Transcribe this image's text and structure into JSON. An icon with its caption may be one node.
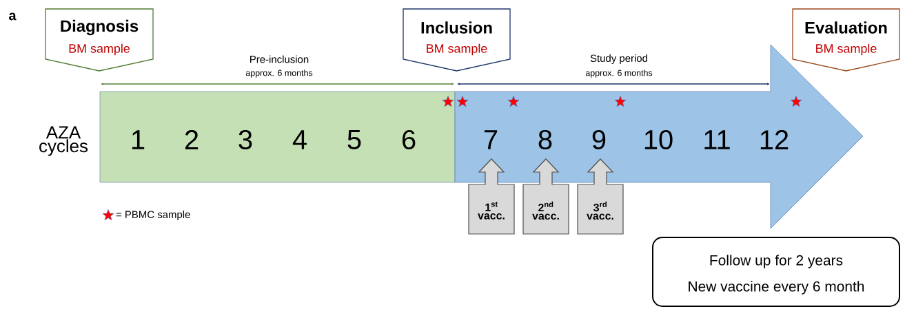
{
  "diagram": {
    "nodes": [
      {
        "text": [
          "Diagnosis",
          "BM sample"
        ]
      },
      {
        "text": [
          "Inclusion",
          "BM sample"
        ]
      },
      {
        "text": [
          "Evaluation",
          "BM sample"
        ]
      },
      {
        "text": [
          "1",
          "2",
          "3",
          "4",
          "5",
          "6"
        ]
      },
      {
        "text": [
          "7",
          "8",
          "9",
          "10",
          "11",
          "12"
        ]
      },
      {
        "text": [
          "1$^{st}$ vacc."
        ]
      },
      {
        "text": [
          "2$^{nd}$ vacc."
        ]
      },
      {
        "text": [
          "3$^{rd}$ vacc."
        ]
      },
      {
        "text": [
          "Follow up for 2 years",
          "New vaccine every 6 month"
        ]
      }
    ],
    "edges": [],
    "labels": [
      "a",
      "Pre-inclusion",
      "approx. 6 months",
      "Study period",
      "approx. 6 months",
      "AZA cycles"
    ],
    "legend": [
      {
        "text": "= PBMC sample"
      }
    ]
  }
}
